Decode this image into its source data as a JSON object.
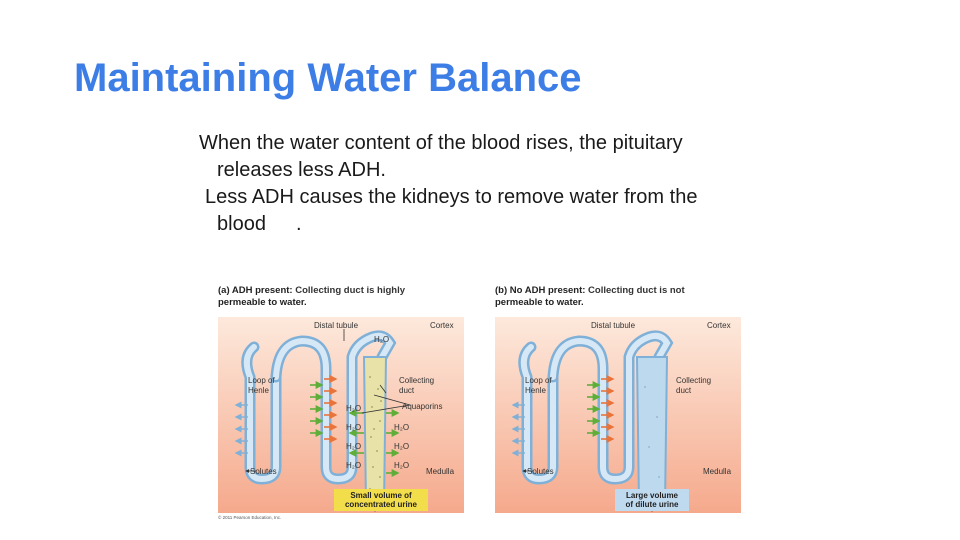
{
  "slide": {
    "title": "Maintaining Water Balance",
    "paragraph1": {
      "line1": "When the water content of the blood rises, the pituitary",
      "line2": "releases less ADH."
    },
    "paragraph2": {
      "line1": "Less ADH causes the kidneys to remove water from the",
      "line2": "blood",
      "trailing": "."
    }
  },
  "figure": {
    "panel_a": {
      "title_bold": "(a) ADH present:",
      "title_rest": " Collecting duct is highly",
      "title_line2": "permeable to water.",
      "distal_tubule": "Distal tubule",
      "cortex": "Cortex",
      "loop_line1": "Loop of",
      "loop_line2": "Henle",
      "collecting_line1": "Collecting",
      "collecting_line2": "duct",
      "aquaporins": "Aquaporins",
      "solutes": "Solutes",
      "medulla": "Medulla",
      "water": "H₂O",
      "urine_line1": "Small volume of",
      "urine_line2": "concentrated urine",
      "copyright": "© 2011 Pearson Education, Inc."
    },
    "panel_b": {
      "title_bold": "(b) No ADH present:",
      "title_rest": " Collecting duct is not",
      "title_line2": "permeable to water.",
      "distal_tubule": "Distal tubule",
      "cortex": "Cortex",
      "loop_line1": "Loop of",
      "loop_line2": "Henle",
      "collecting_line1": "Collecting",
      "collecting_line2": "duct",
      "solutes": "Solutes",
      "medulla": "Medulla",
      "urine_line1": "Large volume",
      "urine_line2": "of dilute urine"
    },
    "colors": {
      "cortex_bg": "#fde9dc",
      "medulla_bg": "#f5a98c",
      "tubule_fill": "#bcd9ee",
      "tubule_outline": "#7fb0d8",
      "green_arrow": "#5fae3a",
      "orange_arrow": "#e8743b",
      "urine_yellow": "#f2dd4a",
      "urine_blue": "#bfd9ef"
    }
  }
}
